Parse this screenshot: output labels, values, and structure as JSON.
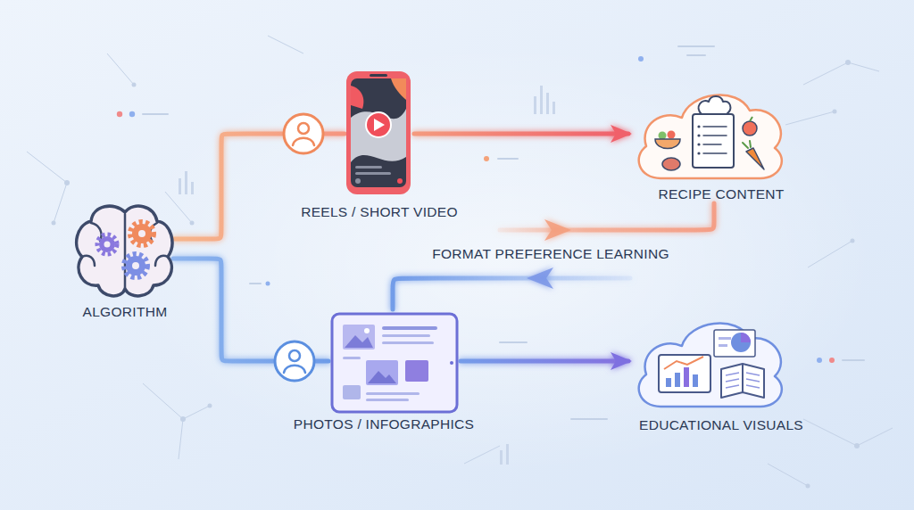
{
  "diagram": {
    "nodes": [
      {
        "text": [
          "ALGORITHM"
        ]
      },
      {
        "text": [
          "REELS / SHORT VIDEO"
        ]
      },
      {
        "text": [
          "RECIPE CONTENT"
        ]
      },
      {
        "text": [
          "PHOTOS / INFOGRAPHICS"
        ]
      },
      {
        "text": [
          "EDUCATIONAL VISUALS"
        ]
      }
    ],
    "edges": [
      {
        "from": 0,
        "to": 1,
        "arrow": "none"
      },
      {
        "from": 1,
        "to": 2,
        "arrow": "to"
      },
      {
        "from": 0,
        "to": 3,
        "arrow": "none"
      },
      {
        "from": 3,
        "to": 4,
        "arrow": "to"
      },
      {
        "from": 3,
        "to": 2,
        "arrow": "to",
        "label": "FORMAT PREFERENCE LEARNING"
      },
      {
        "from": 2,
        "to": 3,
        "arrow": "to"
      }
    ]
  }
}
